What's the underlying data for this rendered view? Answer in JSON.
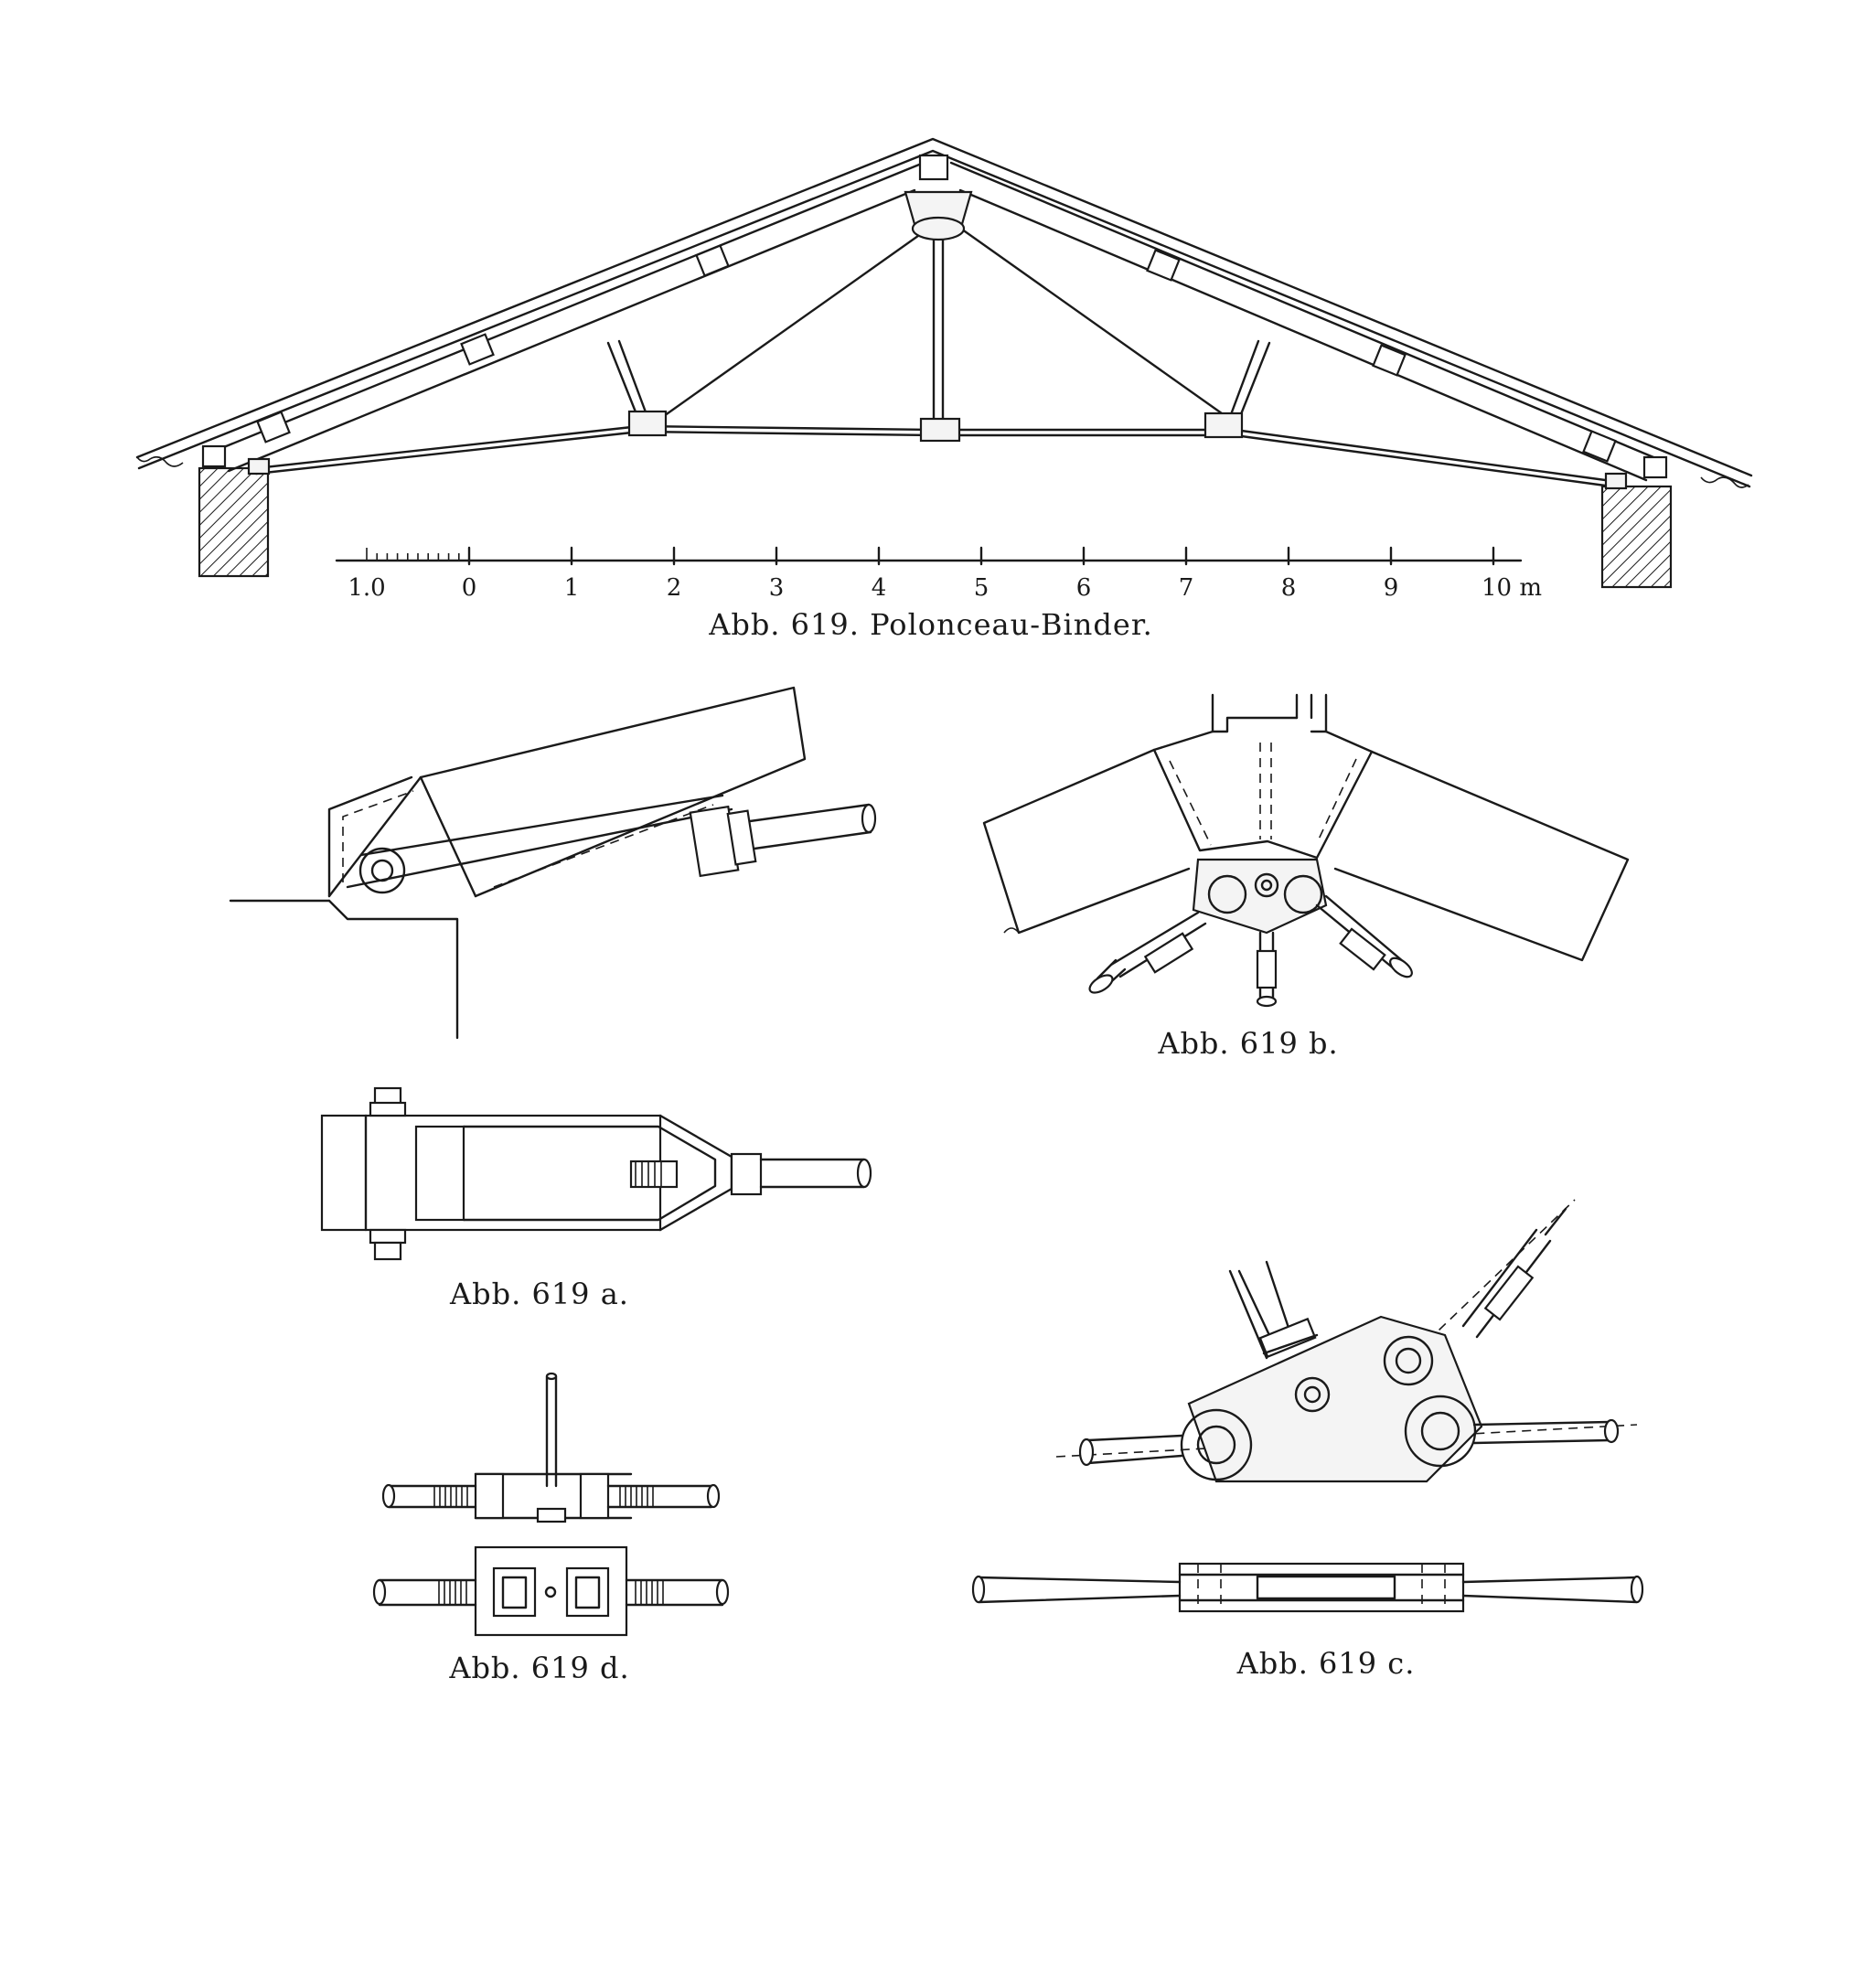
{
  "figures": {
    "main": {
      "caption": "Abb. 619. Polonceau-Binder."
    },
    "a": {
      "caption": "Abb. 619 a."
    },
    "b": {
      "caption": "Abb. 619 b."
    },
    "c": {
      "caption": "Abb. 619 c."
    },
    "d": {
      "caption": "Abb. 619 d."
    }
  },
  "scale_bar": {
    "labels": [
      "1.0",
      "0",
      "1",
      "2",
      "3",
      "4",
      "5",
      "6",
      "7",
      "8",
      "9",
      "10 m"
    ]
  },
  "colors": {
    "ink": "#1a1a1a",
    "paper": "#ffffff"
  }
}
